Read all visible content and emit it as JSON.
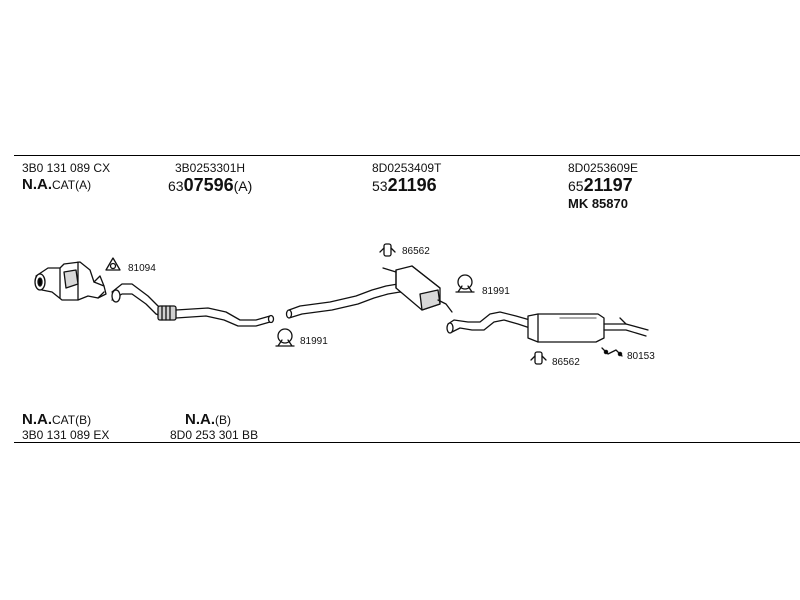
{
  "top_row": {
    "col1": {
      "oe": "3B0 131 089 CX",
      "na": "N.A.",
      "na_suffix": "CAT(A)"
    },
    "col2": {
      "oe": "3B0253301H",
      "prefix": "63",
      "number": "07596",
      "suffix": "(A)"
    },
    "col3": {
      "oe": "8D0253409T",
      "prefix": "53",
      "number": "21196"
    },
    "col4": {
      "oe": "8D0253609E",
      "prefix": "65",
      "number": "21197",
      "mk": "MK  85870"
    }
  },
  "clamps": {
    "c81094": "81094",
    "c86562_top": "86562",
    "c81991_right": "81991",
    "c81991_left": "81991",
    "c86562_bottom": "86562",
    "c80153": "80153"
  },
  "bottom_row": {
    "col1": {
      "na": "N.A.",
      "na_suffix": "CAT(B)",
      "oe": "3B0 131 089 EX"
    },
    "col2": {
      "na": "N.A.",
      "na_suffix": "(B)",
      "oe": "8D0 253 301 BB"
    }
  }
}
